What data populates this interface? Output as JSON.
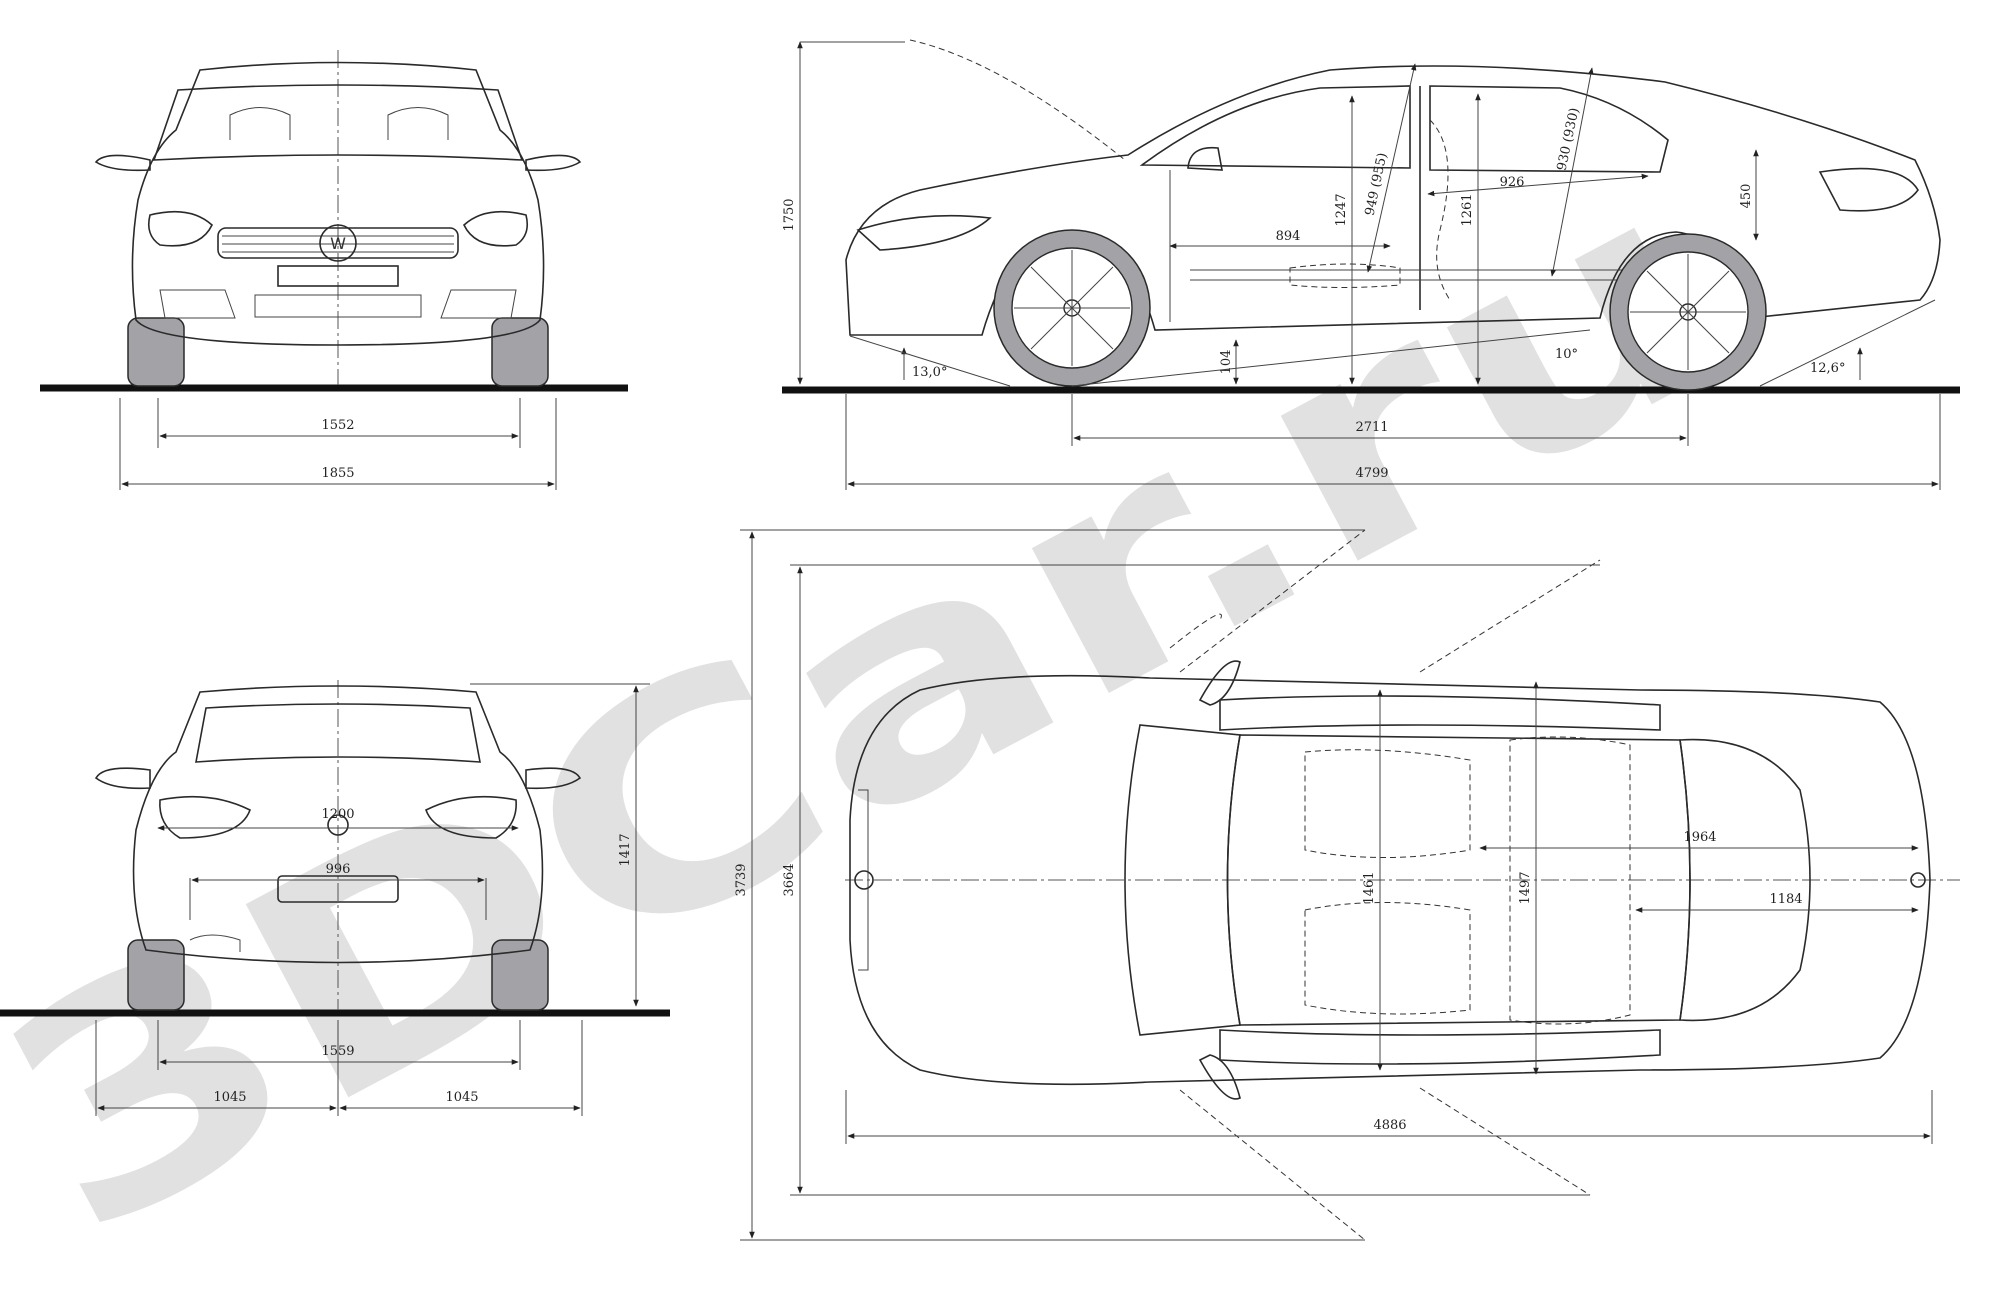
{
  "watermark": {
    "text": "3DCar.ru",
    "color": "#c9c9c9"
  },
  "colors": {
    "line": "#2a2a2a",
    "tyre": "#a3a3a7",
    "ground": "#111111",
    "background": "#ffffff"
  },
  "front_view": {
    "track": "1552",
    "width": "1855"
  },
  "side_view": {
    "height": "1750",
    "approach_angle": "13,0°",
    "departure_angle": "12,6°",
    "ramp_angle": "10°",
    "ground_clearance": "104",
    "wheelbase": "2711",
    "length": "4799",
    "front_headroom_interior": "1247",
    "rear_headroom_interior": "1261",
    "front_headroom": "949 (955)",
    "rear_headroom": "930 (930)",
    "front_legroom": "894",
    "rear_legroom": "926",
    "trunk_height": "450"
  },
  "rear_view": {
    "trunk_opening": "1200",
    "bumper_width": "996",
    "loading_height": "1417",
    "track": "1559",
    "mirror_left": "1045",
    "mirror_right": "1045"
  },
  "top_view": {
    "width_doors_open": "3739",
    "width_front_doors_open": "3664",
    "front_shoulder": "1461",
    "rear_shoulder": "1497",
    "rear_distance": "1964",
    "trunk_length": "1184",
    "total_length": "4886"
  }
}
